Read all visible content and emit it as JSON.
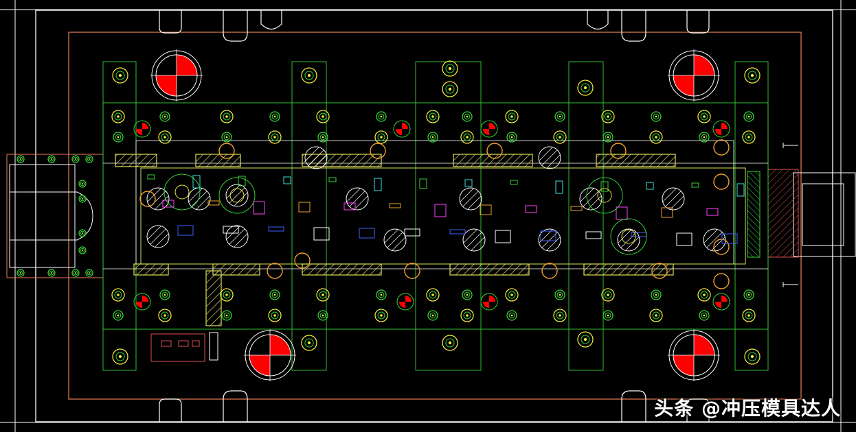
{
  "watermark": {
    "text": "头条 @冲压模具达人"
  },
  "colors": {
    "background": "#000000",
    "plate_outline": "#ffffff",
    "die_boundary": "#e8805a",
    "insert_blocks": "#dede5a",
    "holes_green": "#36d236",
    "holes_yellow": "#f0e83a",
    "guide_marks": "#ff0000",
    "bushings_orange": "#f0a030",
    "magenta": "#ff40ff",
    "blue": "#4060ff",
    "cyan": "#40e0e0"
  },
  "icons": {
    "guide_post_mark": "red-white-quadrant-circle",
    "screw": "concentric-circle",
    "dowel": "small-filled-circle",
    "hatched_strip": "diagonal-hatch-rectangle"
  }
}
